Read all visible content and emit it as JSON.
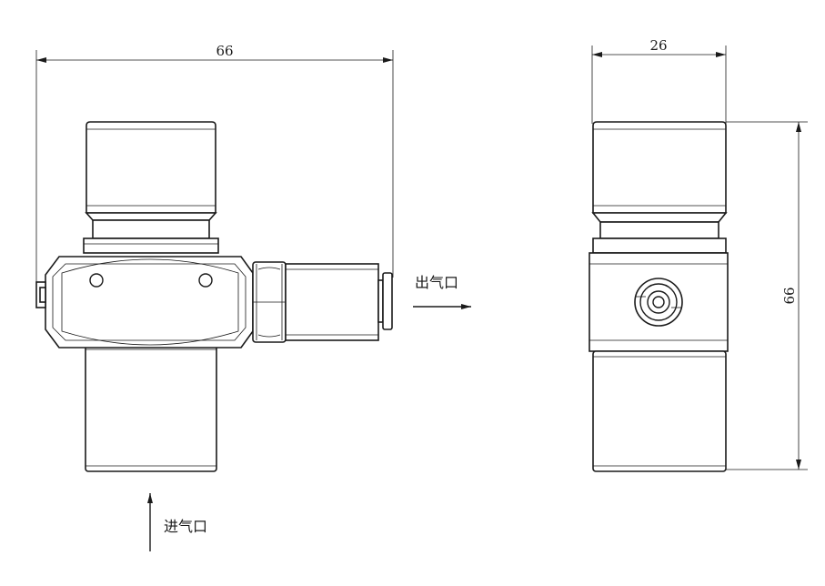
{
  "front_view": {
    "width_dim": "66",
    "outlet_label": "出气口",
    "inlet_label": "进气口"
  },
  "side_view": {
    "width_dim": "26",
    "height_dim": "66"
  },
  "colors": {
    "line": "#1a1a1a",
    "background": "#ffffff"
  }
}
